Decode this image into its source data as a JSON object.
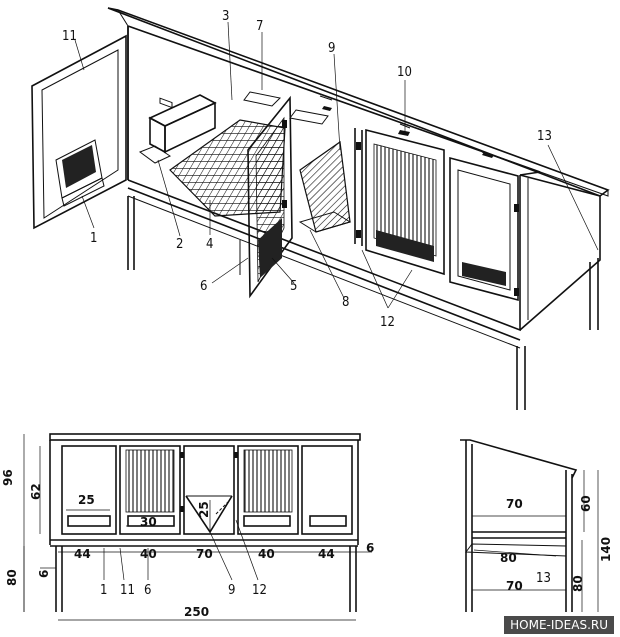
{
  "iso_labels": [
    "11",
    "3",
    "7",
    "9",
    "10",
    "13",
    "1",
    "2",
    "4",
    "6",
    "5",
    "8",
    "12"
  ],
  "front_dims": [
    "96",
    "62",
    "25",
    "30",
    "25",
    "80",
    "6",
    "44",
    "40",
    "70",
    "40",
    "44",
    "6",
    "250"
  ],
  "front_refs": [
    "1",
    "11",
    "6",
    "9",
    "12"
  ],
  "side_dims": [
    "70",
    "60",
    "140",
    "80",
    "80",
    "70"
  ],
  "side_refs": [
    "13"
  ],
  "watermark": "HOME-IDEAS.RU"
}
